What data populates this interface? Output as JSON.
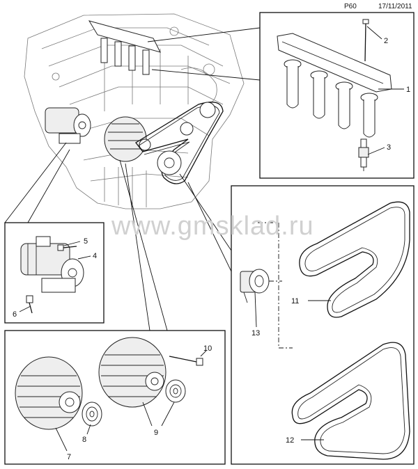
{
  "header": {
    "page_code": "P60",
    "date": "17/11/2011"
  },
  "watermark": "www.gmsklad.ru",
  "callouts": {
    "c1": "1",
    "c2": "2",
    "c3": "3",
    "c4": "4",
    "c5": "5",
    "c6": "6",
    "c7": "7",
    "c8": "8",
    "c9": "9",
    "c10": "10",
    "c11": "11",
    "c12": "12",
    "c13": "13"
  }
}
